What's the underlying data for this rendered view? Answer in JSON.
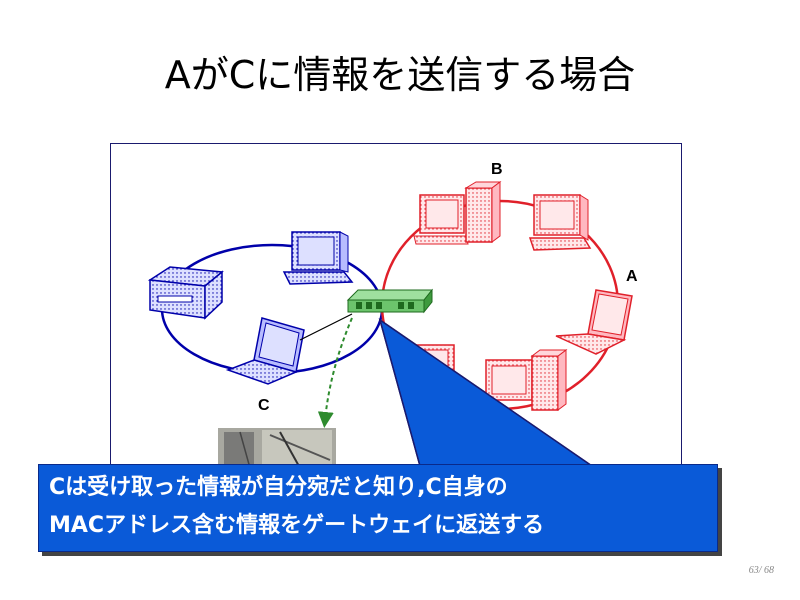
{
  "slide": {
    "title": "AがCに情報を送信する場合"
  },
  "diagram": {
    "labels": {
      "a": "A",
      "b": "B",
      "c": "C"
    },
    "colors": {
      "left_network": "#0000aa",
      "right_network": "#e0202a",
      "gateway": "#2e8b2e",
      "callout": "#0a5ad8"
    }
  },
  "callout": {
    "line1": "Cは受け取った情報が自分宛だと知り,C自身の",
    "line2": "MACアドレス含む情報をゲートウェイに返送する"
  },
  "page": {
    "number": "63/ 68"
  }
}
